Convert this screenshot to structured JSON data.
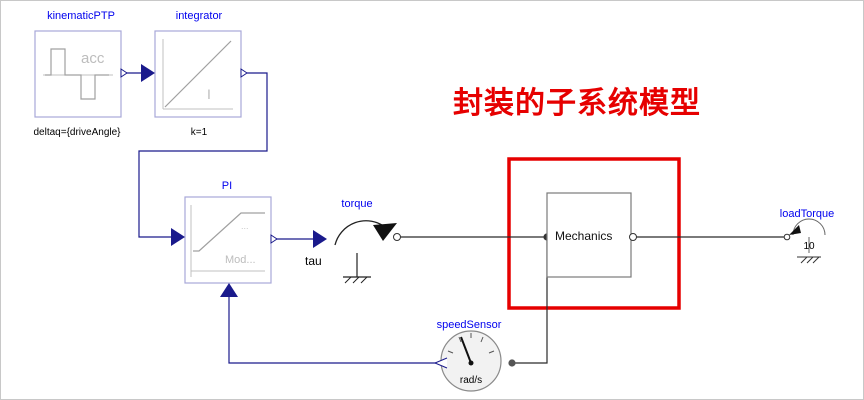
{
  "title": "封装的子系统模型",
  "colors": {
    "signal_line": "#1a1a8c",
    "block_border": "#a8a8d8",
    "label_blue": "#0000ee",
    "highlight_red": "#e60000",
    "mechanical_line": "#2a2a2a"
  },
  "blocks": {
    "kinematicPTP": {
      "name": "kinematicPTP",
      "icon_text": "acc",
      "parameter": "deltaq={driveAngle}"
    },
    "integrator": {
      "name": "integrator",
      "icon_text": "I",
      "parameter": "k=1"
    },
    "pi": {
      "name": "PI",
      "icon_text": "Mod..."
    },
    "torque": {
      "name": "torque",
      "input_label": "tau"
    },
    "mechanics": {
      "name": "Mechanics"
    },
    "loadTorque": {
      "name": "loadTorque",
      "parameter": "10"
    },
    "speedSensor": {
      "name": "speedSensor",
      "unit": "rad/s"
    }
  }
}
